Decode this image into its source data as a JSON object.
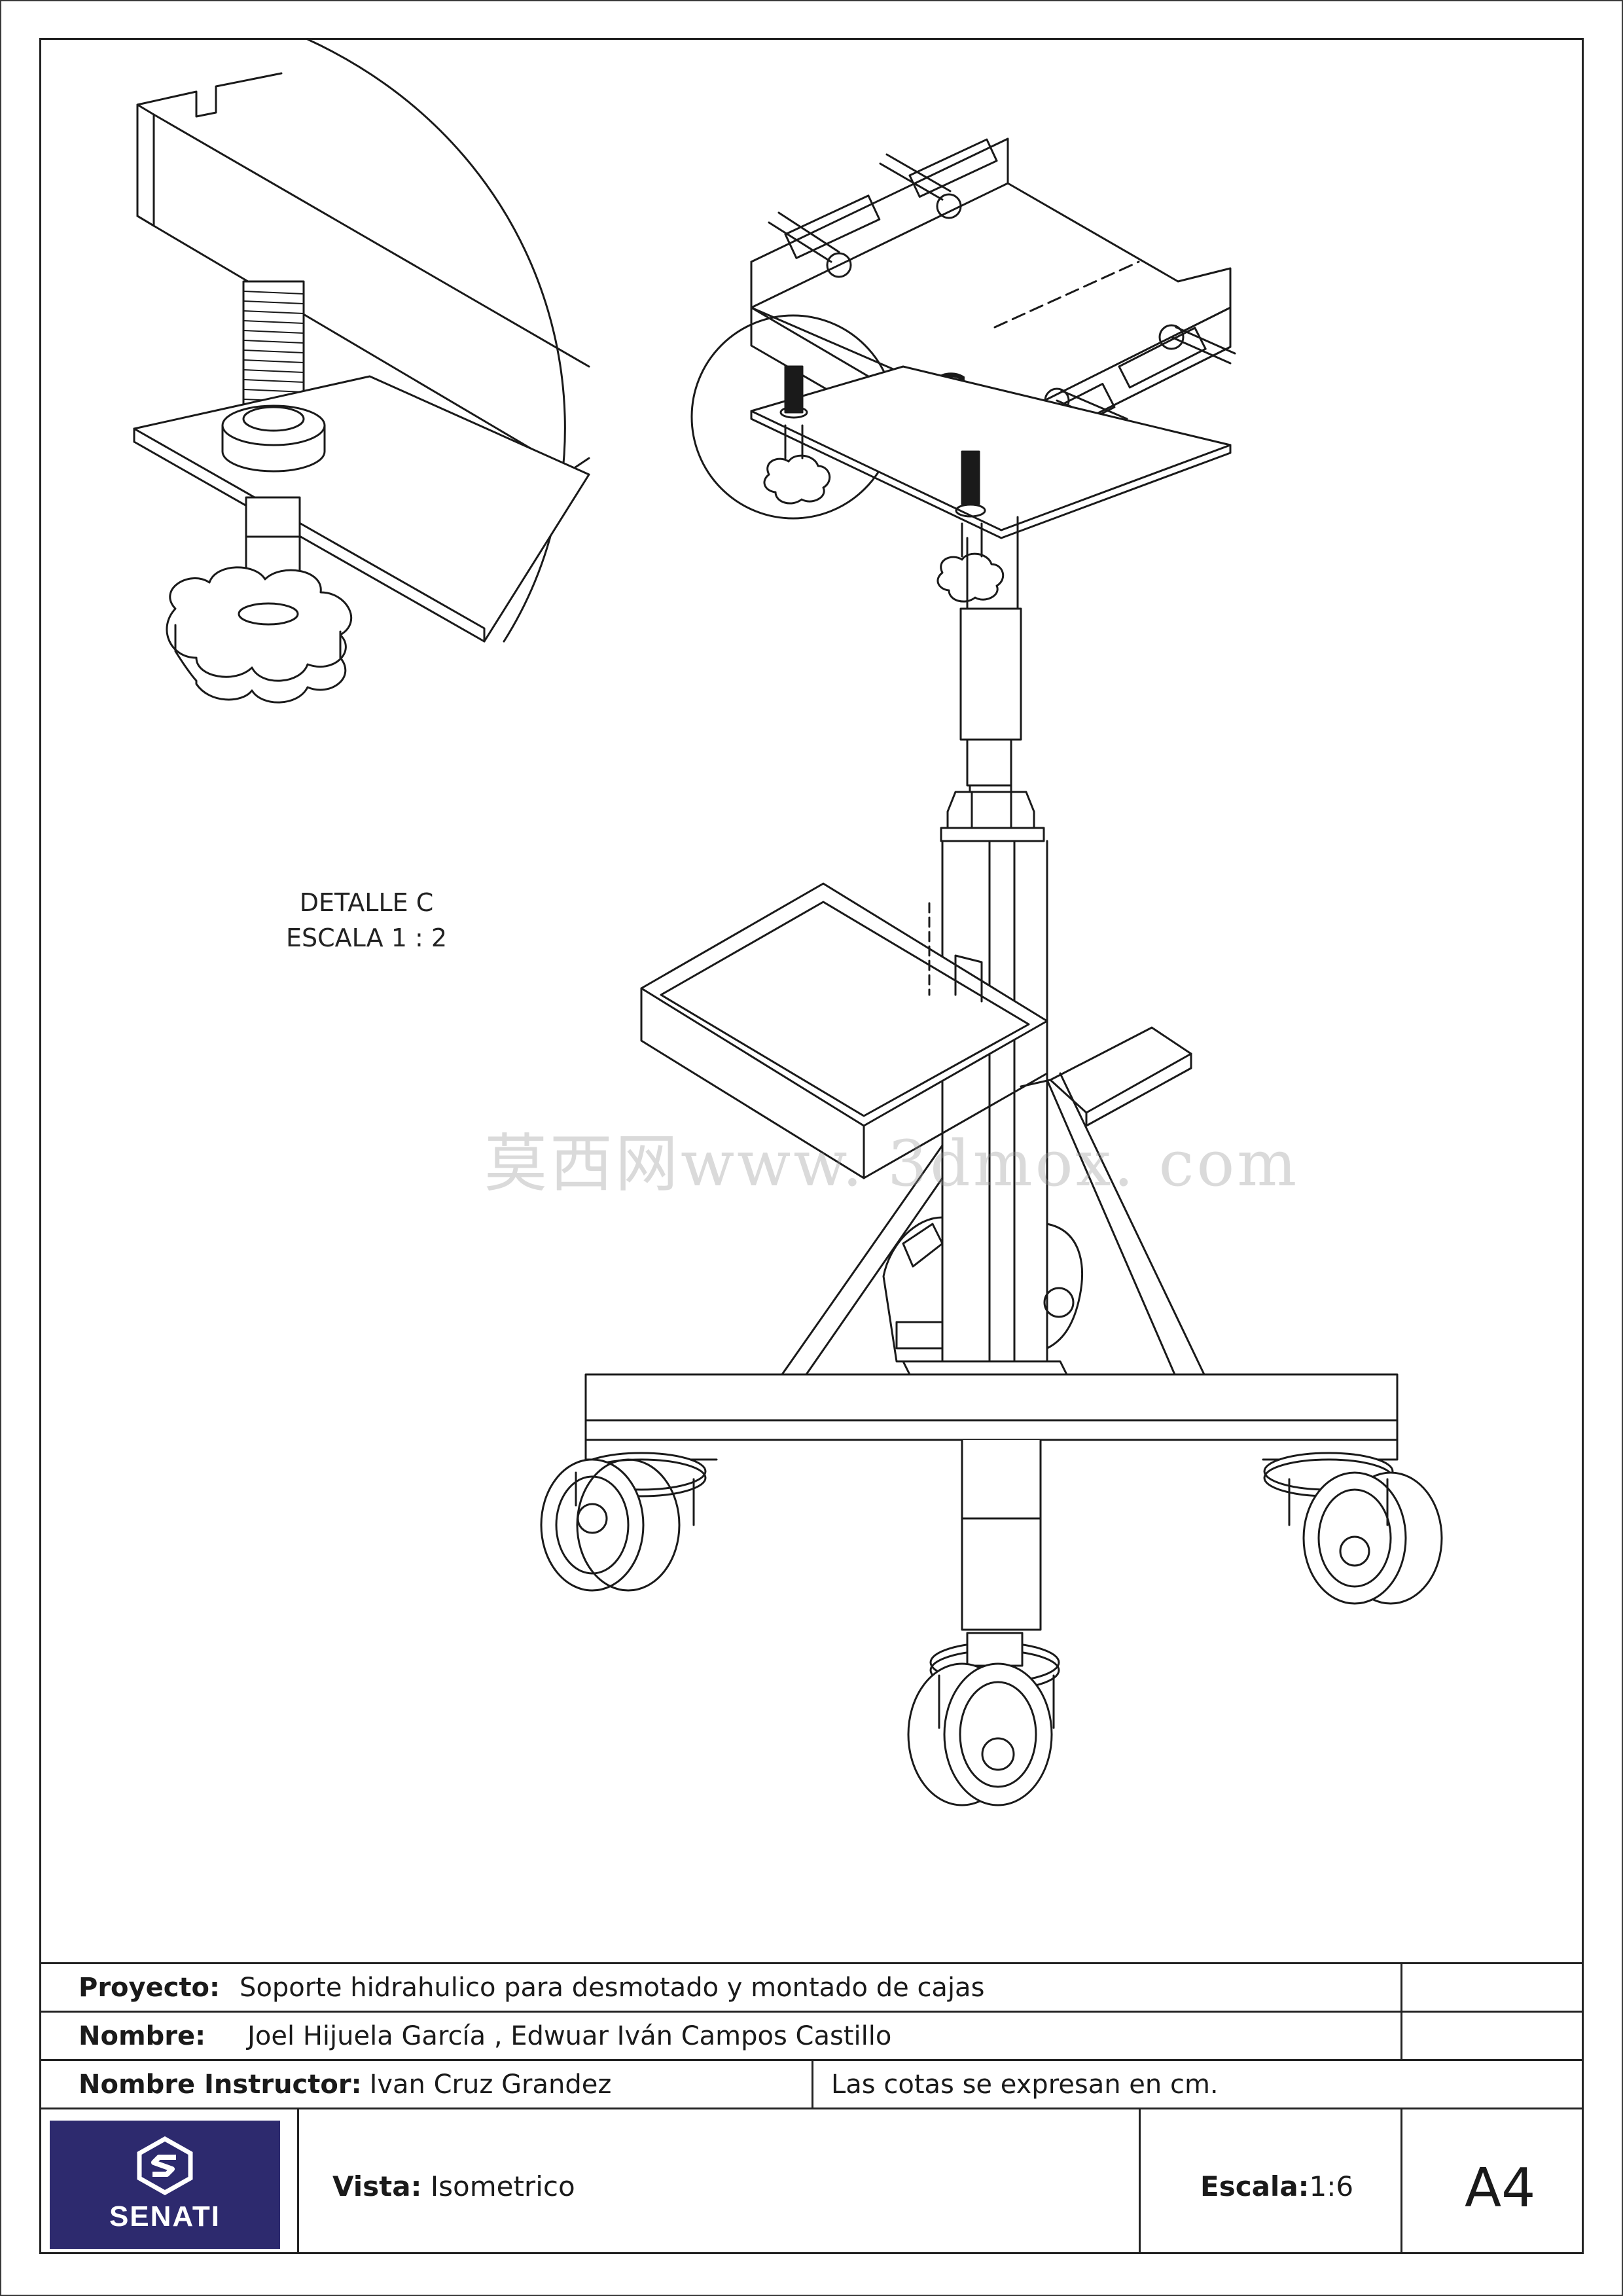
{
  "detail": {
    "callout_letter": "C",
    "caption_line1": "DETALLE C",
    "caption_line2": "ESCALA 1 : 2"
  },
  "watermark": "莫西网www. 3dmox. com",
  "title_block": {
    "project_label": "Proyecto:",
    "project_value": "Soporte hidrahulico para desmotado y montado de cajas",
    "name_label": "Nombre:",
    "name_value": "Joel Hijuela García , Edwuar Iván Campos Castillo",
    "instructor_label": "Nombre Instructor:",
    "instructor_value": "Ivan Cruz Grandez",
    "note": "Las cotas se expresan en cm.",
    "logo_text": "SENATI",
    "view_label": "Vista:",
    "view_value": "Isometrico",
    "scale_label": "Escala:",
    "scale_value": "1:6",
    "sheet_size": "A4"
  },
  "colors": {
    "logo_background": "#2d2a6e",
    "line": "#1a1a1a"
  }
}
